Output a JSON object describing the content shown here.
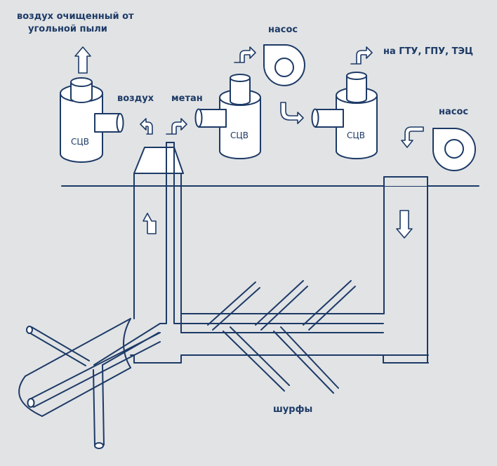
{
  "labels": {
    "clean_air_line1": "воздух очищенный от",
    "clean_air_line2": "угольной пыли",
    "air": "воздух",
    "methane": "метан",
    "pump_top": "насос",
    "to_consumers": "на ГТУ, ГПУ, ТЭЦ",
    "pump_right": "насос",
    "pits": "шурфы"
  },
  "separators": {
    "s1": "СЦВ",
    "s2": "СЦВ",
    "s3": "СЦВ"
  },
  "colors": {
    "line": "#1d3a66",
    "background": "#e1e3e5",
    "fill": "#ffffff"
  }
}
